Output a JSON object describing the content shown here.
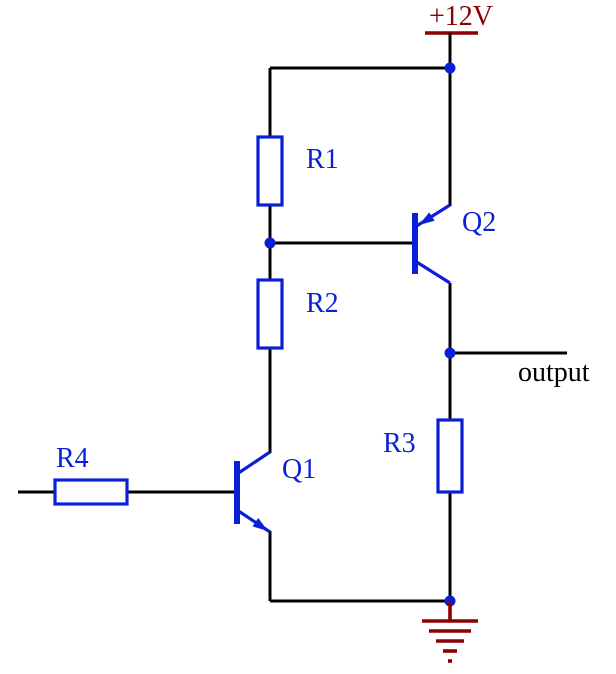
{
  "diagram": {
    "kind": "circuit-schematic",
    "power_label": "+12V",
    "output_label": "output",
    "components": {
      "r1": {
        "label": "R1",
        "type": "resistor"
      },
      "r2": {
        "label": "R2",
        "type": "resistor"
      },
      "r3": {
        "label": "R3",
        "type": "resistor"
      },
      "r4": {
        "label": "R4",
        "type": "resistor"
      },
      "q1": {
        "label": "Q1",
        "type": "npn-transistor"
      },
      "q2": {
        "label": "Q2",
        "type": "pnp-transistor"
      }
    },
    "colors": {
      "wire": "#000000",
      "component": "#0b1fd6",
      "label": "#0b1fd6",
      "power_ground": "#8b0000",
      "output_text": "#000000",
      "background": "#ffffff"
    }
  }
}
